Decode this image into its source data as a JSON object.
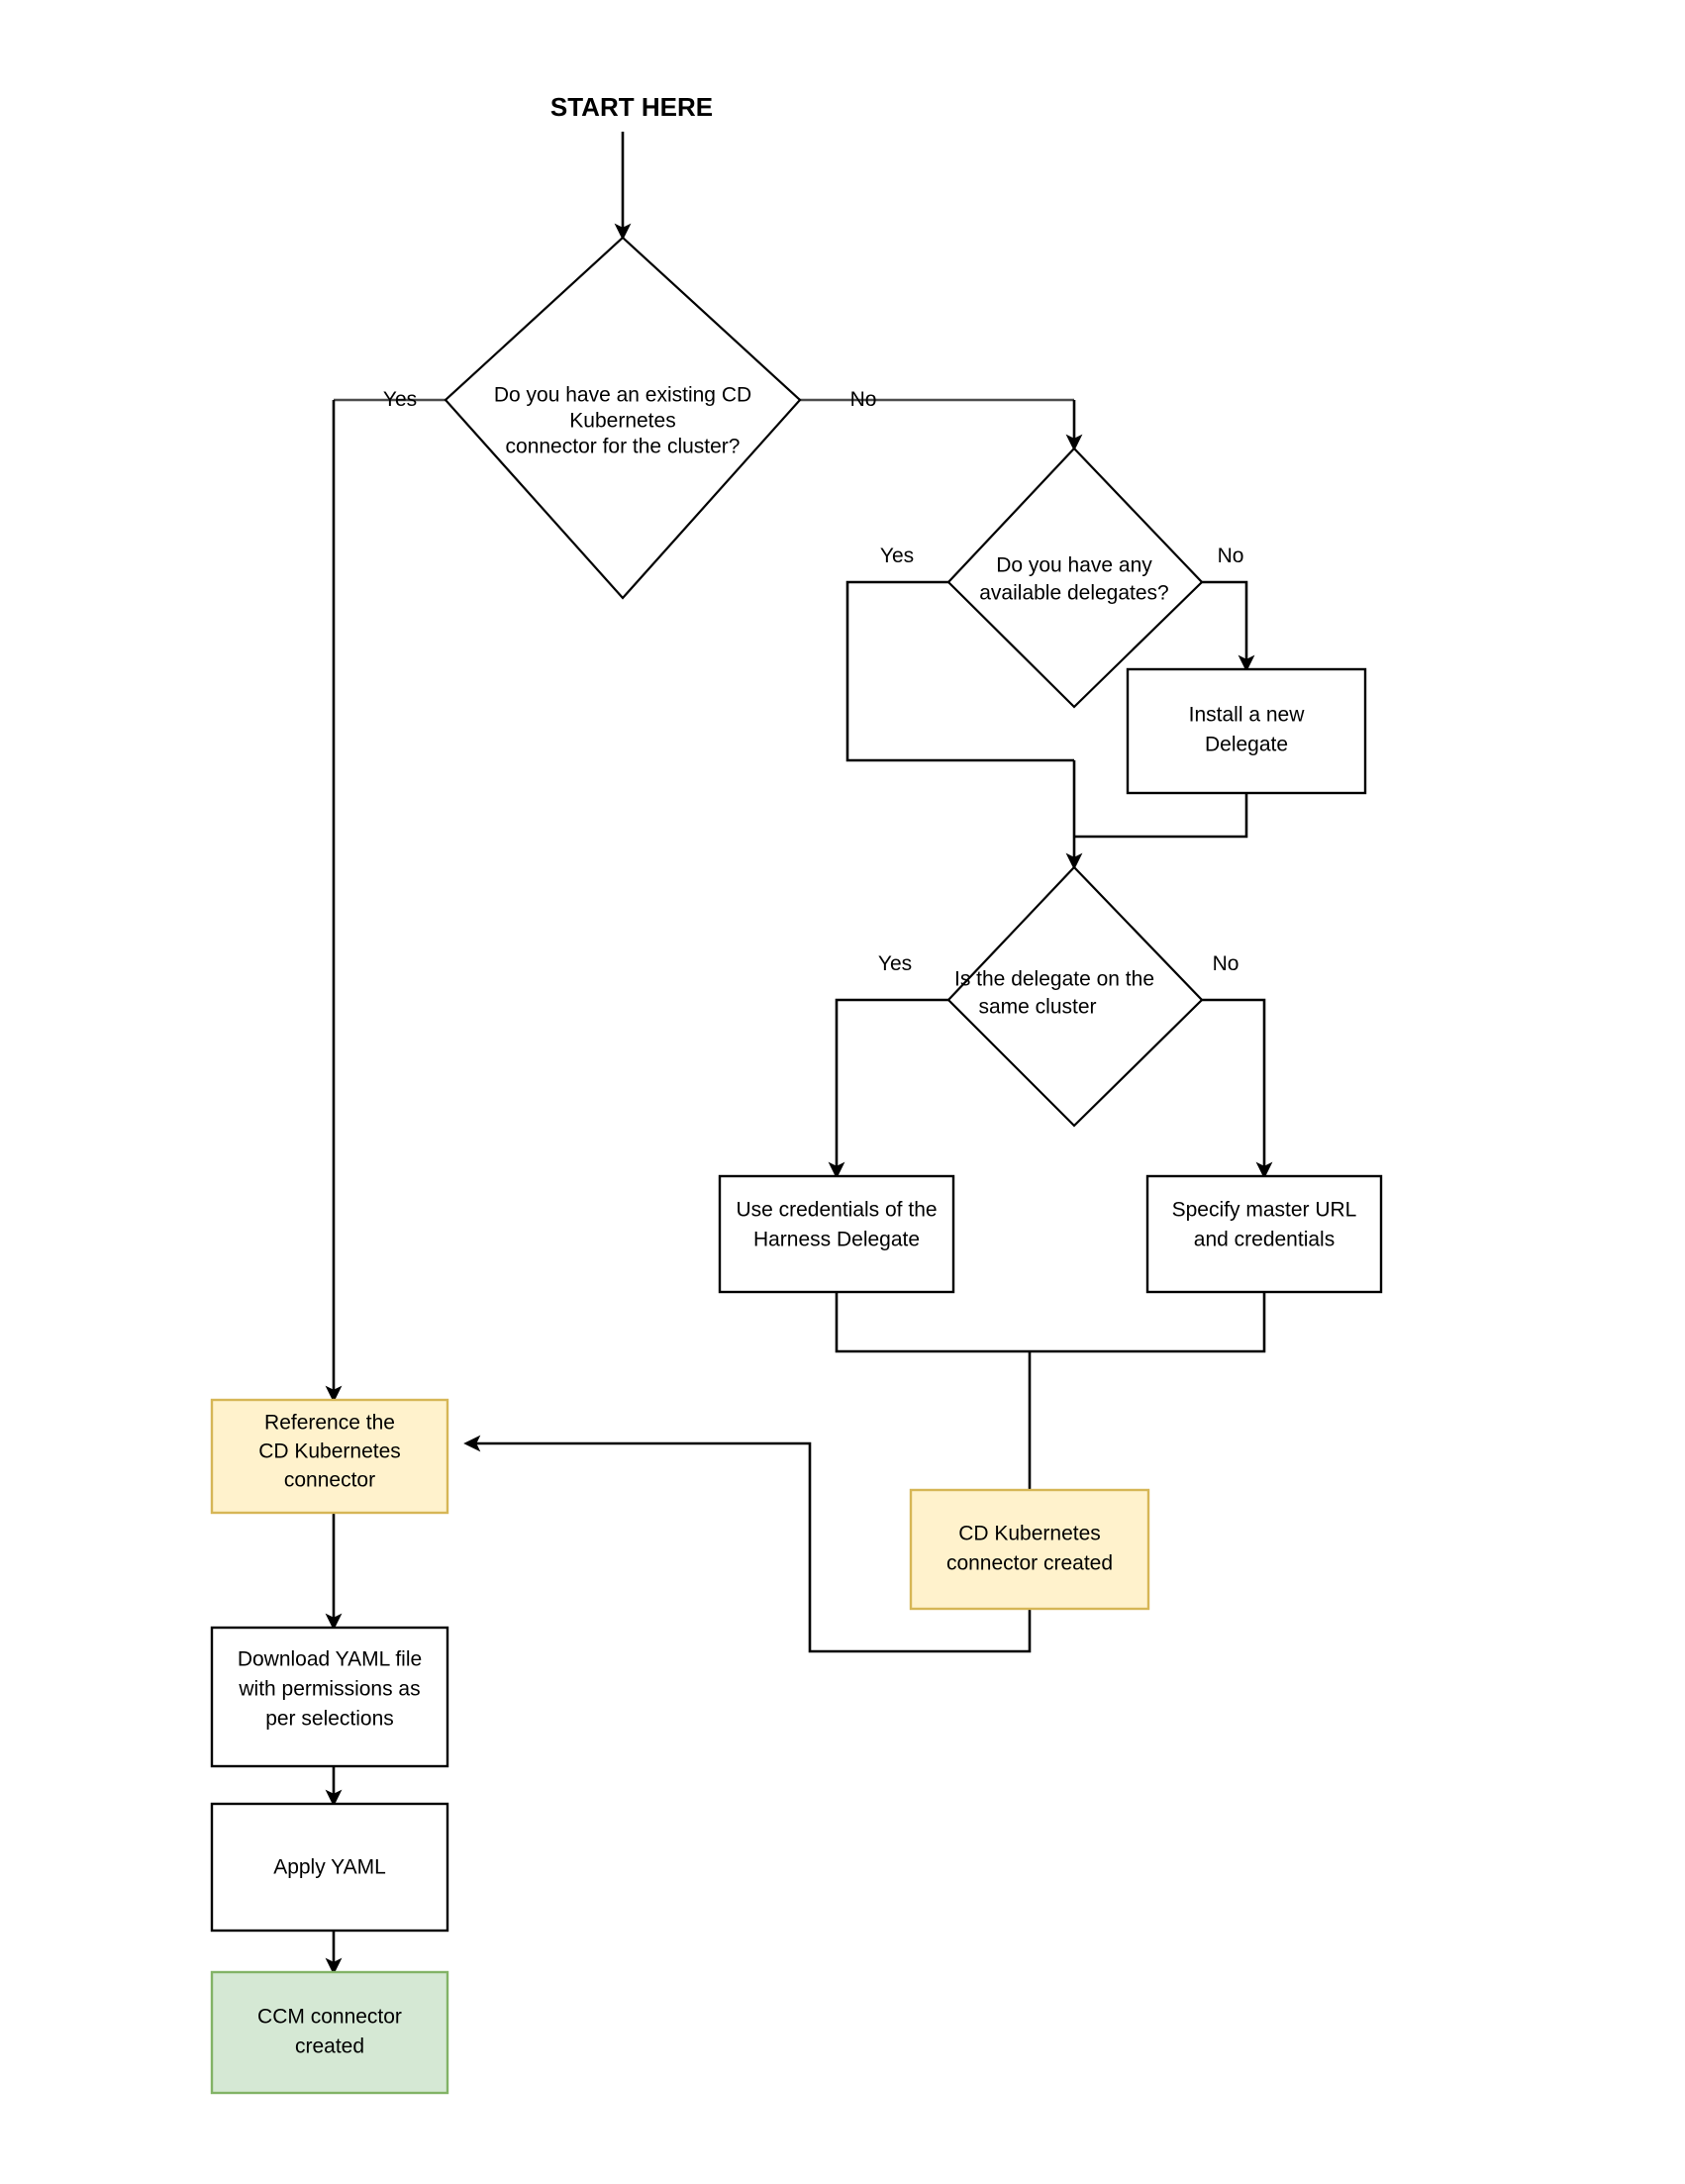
{
  "diagram": {
    "title": "START HERE",
    "type": "flowchart",
    "colors": {
      "orange_fill": "#FFF2CC",
      "orange_stroke": "#D6B656",
      "green_fill": "#D5E8D4",
      "green_stroke": "#82B366",
      "line": "#000000",
      "text": "#000000"
    },
    "nodes": {
      "start": {
        "label": "START HERE"
      },
      "decision_existing_connector": {
        "lines": [
          "Do you have an existing CD",
          "Kubernetes",
          "connector for the cluster?"
        ]
      },
      "decision_available_delegates": {
        "lines": [
          "Do you have any",
          "available delegates?"
        ]
      },
      "install_delegate": {
        "lines": [
          "Install a new",
          "Delegate"
        ]
      },
      "decision_same_cluster": {
        "lines": [
          "Is the delegate on the",
          "same cluster"
        ]
      },
      "use_delegate_credentials": {
        "lines": [
          "Use credentials of the",
          "Harness Delegate"
        ]
      },
      "specify_master_url": {
        "lines": [
          "Specify master URL",
          "and credentials"
        ]
      },
      "reference_connector": {
        "lines": [
          "Reference the",
          "CD Kubernetes",
          "connector"
        ]
      },
      "cd_connector_created": {
        "lines": [
          "CD Kubernetes",
          "connector created"
        ]
      },
      "download_yaml": {
        "lines": [
          "Download YAML file",
          "with permissions as",
          "per selections"
        ]
      },
      "apply_yaml": {
        "lines": [
          "Apply YAML"
        ]
      },
      "ccm_connector_created": {
        "lines": [
          "CCM connector",
          "created"
        ]
      }
    },
    "edge_labels": {
      "existing_yes": "Yes",
      "existing_no": "No",
      "delegates_yes": "Yes",
      "delegates_no": "No",
      "same_cluster_yes": "Yes",
      "same_cluster_no": "No"
    }
  }
}
